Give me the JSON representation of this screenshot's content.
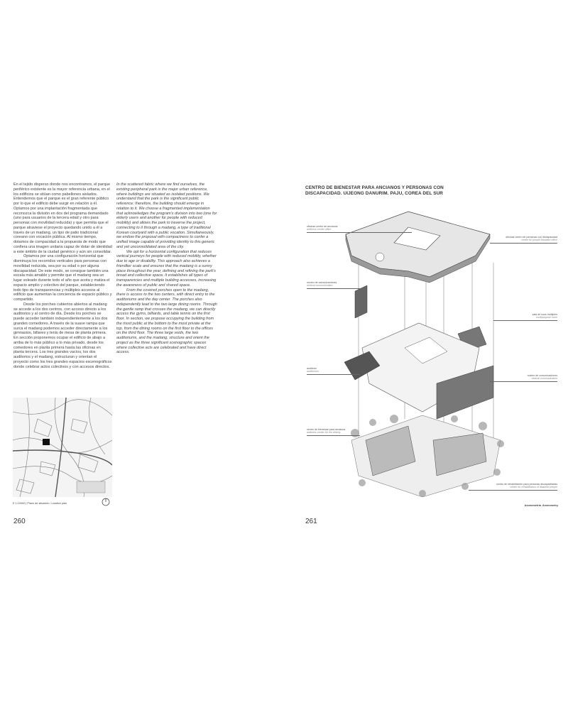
{
  "left_page": {
    "page_number": "260",
    "spanish_text": [
      "En el tejido disperso donde nos encontramos, el parque periférico existente es la mayor referencia urbana, en el los edificios se sitúan como pabellones aislados. Entendemos que el parque es el gran referente público por lo que el edificio debe surgir en relación a él. Optamos por una implantación fragmentada que reconozca la división en dos del programa demandado (uno para usuarios de la tercera edad y otro para personas con movilidad reducida) y que permita que el parque atraviese el proyecto quedando unido a él a través de un madang, un tipo de patio tradicional coreano con vocación pública. Al mismo tiempo, dotamos de compacidad a la propuesta de modo que confiera una imagen unitaria capaz de dotar de identidad a este ámbito de la ciudad genérico y aún sin consolidar.",
      "Optamos por una configuración horizontal que disminuya los recorridos verticales para personas con movilidad reducida, sea por su edad o por alguna discapacidad. De este modo, se consigue también una escala más amable y permite que el madang sea un lugar soleado durante todo el año que acota y matiza el espacio amplio y colectivo del parque, estableciendo todo tipo de transparencias y múltiples accesos al edificio que aumentan la conciencia de espacio público y compartido.",
      "Desde los porches cubiertos abiertos al madang se accede a los dos centros, con acceso directo a los auditorios y al centro de día. Desde los porches se puede acceder también independientemente a los dos grandes comedores. A través de la suave rampa que surca el madang podemos acceder directamente a los gimnasios, billares y tenis de mesa de planta primera. En sección proponemos ocupar el edificio de abajo a arriba de lo más público a lo más privado, desde los comedores en planta primera hasta las oficinas en planta tercera. Los tres grandes vacíos, los dos auditorios y el madang, estructuran y orientan el proyecto como los tres grandes espacios escenográficos donde celebrar actos colectivos y con accesos directos."
    ],
    "english_text": [
      "In the scattered fabric where we find ourselves, the existing peripheral park is the major urban reference, where buildings are situated as isolated positions. We understand that the park is the significant public reference; therefore, the building should emerge in relation to it. We choose a fragmented implementation that acknowledges the program's division into two (one for elderly users and another for people with reduced mobility) and allows the park to traverse the project, connecting to it through a madang, a type of traditional Korean courtyard with a public vocation. Simultaneously, we endow the proposal with compactness to confer a unified image capable of providing identity to this generic and yet unconsolidated area of the city.",
      "We opt for a horizontal configuration that reduces vertical journeys for people with reduced mobility, whether due to age or disability. This approach also achieves a friendlier scale and ensures that the madang is a sunny place throughout the year, defining and refining the park's broad and collective space. It establishes all types of transparencies and multiple building accesses, increasing the awareness of public and shared space.",
      "From the covered porches open to the madang, there is access to the two centers, with direct entry to the auditoriums and the day center. The porches also independently lead to the two large dining rooms. Through the gentle ramp that crosses the madang, we can directly access the gyms, billiards, and table tennis on the first floor. In section, we propose occupying the building from the most public at the bottom to the most private at the top, from the dining rooms on the first floor to the offices on the third floor. The three large voids, the two auditoriums, and the madang, structure and orient the project as the three significant scenographic spaces where collective acts are celebrated and have direct access."
    ],
    "map_caption": "E 1:10000 | Plano de situación. Location plan",
    "north_icon": "north-arrow-icon"
  },
  "right_page": {
    "page_number": "261",
    "title_line1": "CENTRO DE BIENESTAR PARA ANCIANOS Y PERSONAS CON",
    "title_line2": "DISCAPACIDAD. UIJEONG DANURIM. PAJU, COREA DEL SUR",
    "labels": [
      {
        "es": "oficinas centro de ancianos",
        "en": "wellness center office"
      },
      {
        "es": "oficinas centro de personas con discapacidad",
        "en": "center for people disabled office"
      },
      {
        "es": "núcleo de comunicaciones",
        "en": "vertical communication"
      },
      {
        "es": "sala de usos múltiples",
        "en": "multipurpose room"
      },
      {
        "es": "núcleo de comunicaciones",
        "en": "vertical communication"
      },
      {
        "es": "auditorio",
        "en": "auditorium"
      },
      {
        "es": "centro de bienestar para ancianos",
        "en": "wellness center for the elderly"
      },
      {
        "es": "centro de rehabilitación para personas discapacitadas",
        "en": "center for rehabilitation of disabled people"
      }
    ],
    "caption": "Axonometría. Axonometry"
  }
}
